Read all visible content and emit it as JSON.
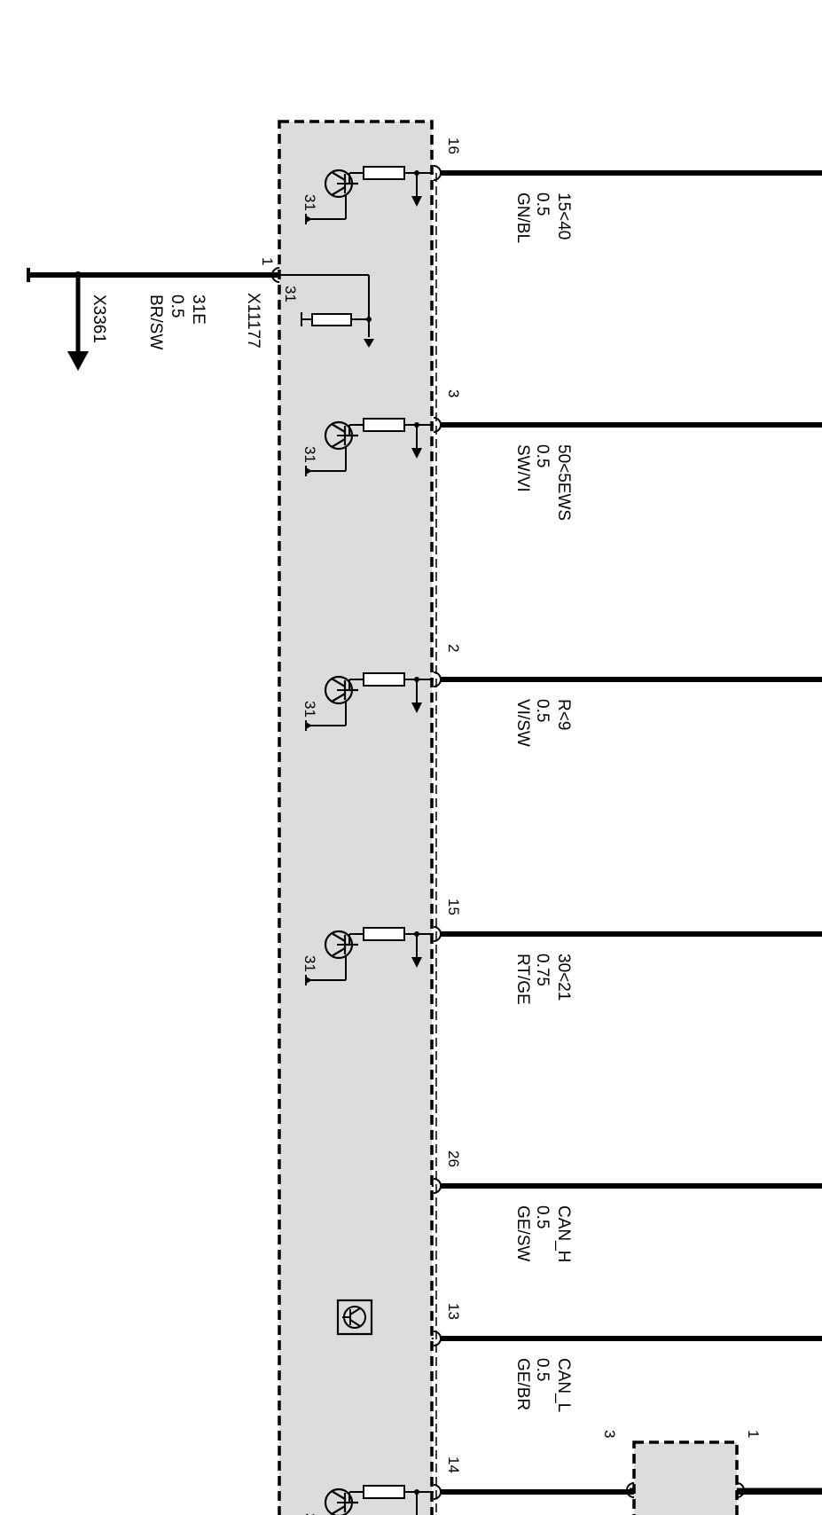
{
  "module": {
    "ground_label": "31",
    "supply_pin": {
      "pin": "1",
      "connector": "X11177",
      "signal": "31E",
      "gauge": "0.5",
      "color": "BR/SW",
      "ground_connector": "X3361"
    },
    "outputs": [
      {
        "pin": "16",
        "signal": "15<40",
        "gauge": "0.5",
        "color": "GN/BL"
      },
      {
        "pin": "3",
        "signal": "50<5EWS",
        "gauge": "0.5",
        "color": "SW/VI"
      },
      {
        "pin": "2",
        "signal": "R<9",
        "gauge": "0.5",
        "color": "VI/SW"
      },
      {
        "pin": "15",
        "signal": "30<21",
        "gauge": "0.75",
        "color": "RT/GE"
      },
      {
        "pin": "26",
        "signal": "CAN_H",
        "gauge": "0.5",
        "color": "GE/SW"
      },
      {
        "pin": "13",
        "signal": "CAN_L",
        "gauge": "0.5",
        "color": "GE/BR"
      },
      {
        "pin": "14",
        "signal": "",
        "gauge": "",
        "color": ""
      }
    ]
  },
  "secondary_module": {
    "pin_left": "3",
    "pin_right": "1"
  }
}
